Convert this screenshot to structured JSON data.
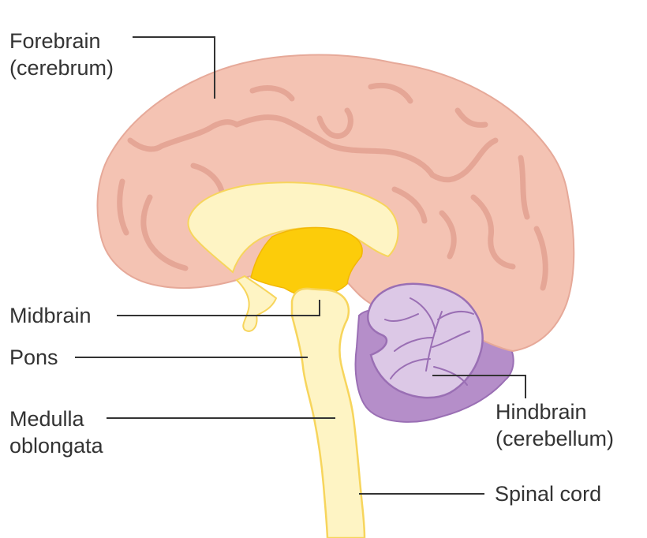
{
  "labels": {
    "forebrain": {
      "line1": "Forebrain",
      "line2": "(cerebrum)"
    },
    "midbrain": {
      "line1": "Midbrain"
    },
    "pons": {
      "line1": "Pons"
    },
    "medulla": {
      "line1": "Medulla",
      "line2": "oblongata"
    },
    "hindbrain": {
      "line1": "Hindbrain",
      "line2": "(cerebellum)"
    },
    "spinal_cord": {
      "line1": "Spinal cord"
    }
  },
  "colors": {
    "cerebrum_fill": "#f4c3b3",
    "cerebrum_fold": "#e5a696",
    "brainstem_fill": "#fef4c4",
    "brainstem_stroke": "#f7d55c",
    "midbrain_fill": "#fccc0a",
    "cerebellum_fill": "#dcc8e6",
    "cerebellum_dark": "#b58ec9",
    "cerebellum_stroke": "#9a6fb4",
    "leader_line": "#333333",
    "label_text": "#333333"
  }
}
